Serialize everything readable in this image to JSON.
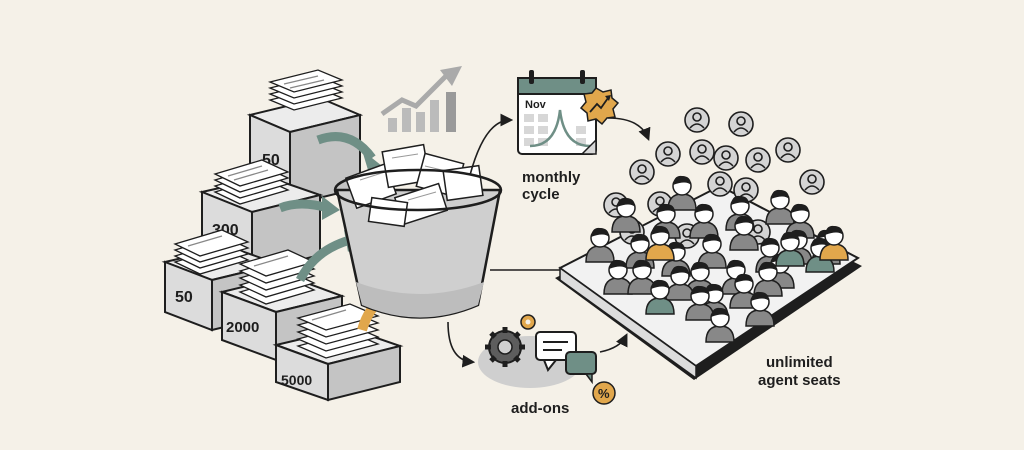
{
  "pack_labels": [
    "50",
    "300",
    "50",
    "2000",
    "5000"
  ],
  "calendar": {
    "month": "Nov"
  },
  "labels": {
    "monthly": [
      "monthly",
      "cycle"
    ],
    "addons": "add-ons",
    "seats": [
      "unlimited",
      "agent seats"
    ],
    "percent": "%"
  },
  "colors": {
    "background": "#f5f1e8",
    "teal": "#6f8f86",
    "orange": "#e1a74c",
    "box_light": "#e3e3e3",
    "box_mid": "#cfcfcf",
    "box_dark": "#bdbdbd",
    "ink": "#1e1e1e"
  }
}
